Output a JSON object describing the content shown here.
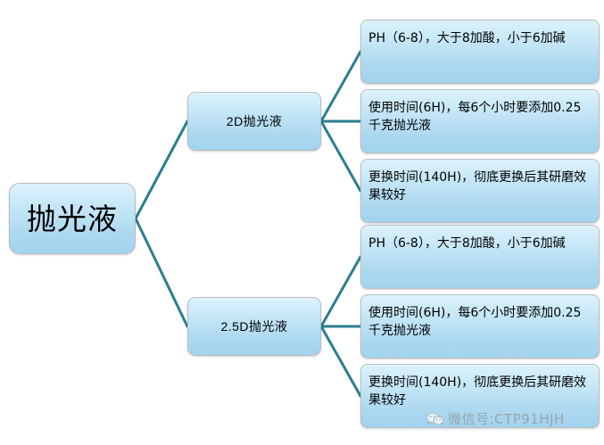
{
  "diagram": {
    "type": "mind-map",
    "title_node": {
      "label": "抛光液"
    },
    "colors": {
      "connector": "#2a7f8f",
      "node_fill_top": "#ddf2fb",
      "node_fill_bottom": "#a2d3ee",
      "node_border": "#b9bec2",
      "text": "#000000",
      "watermark": "#8f9296",
      "background": "#ffffff"
    },
    "branches": [
      {
        "label": "2D抛光液",
        "leaves": [
          "PH（6-8），大于8加酸，小于6加碱",
          "使用时间(6H)，每6个小时要添加0.25千克抛光液",
          "更换时间(140H)，彻底更换后其研磨效果较好"
        ]
      },
      {
        "label": "2.5D抛光液",
        "leaves": [
          "PH（6-8），大于8加酸，小于6加碱",
          "使用时间(6H)，每6个小时要添加0.25千克抛光液",
          "更换时间(140H)，彻底更换后其研磨效果较好"
        ]
      }
    ]
  },
  "watermark": {
    "icon": "wechat-icon",
    "text": "微信号:CTP91HJH"
  }
}
